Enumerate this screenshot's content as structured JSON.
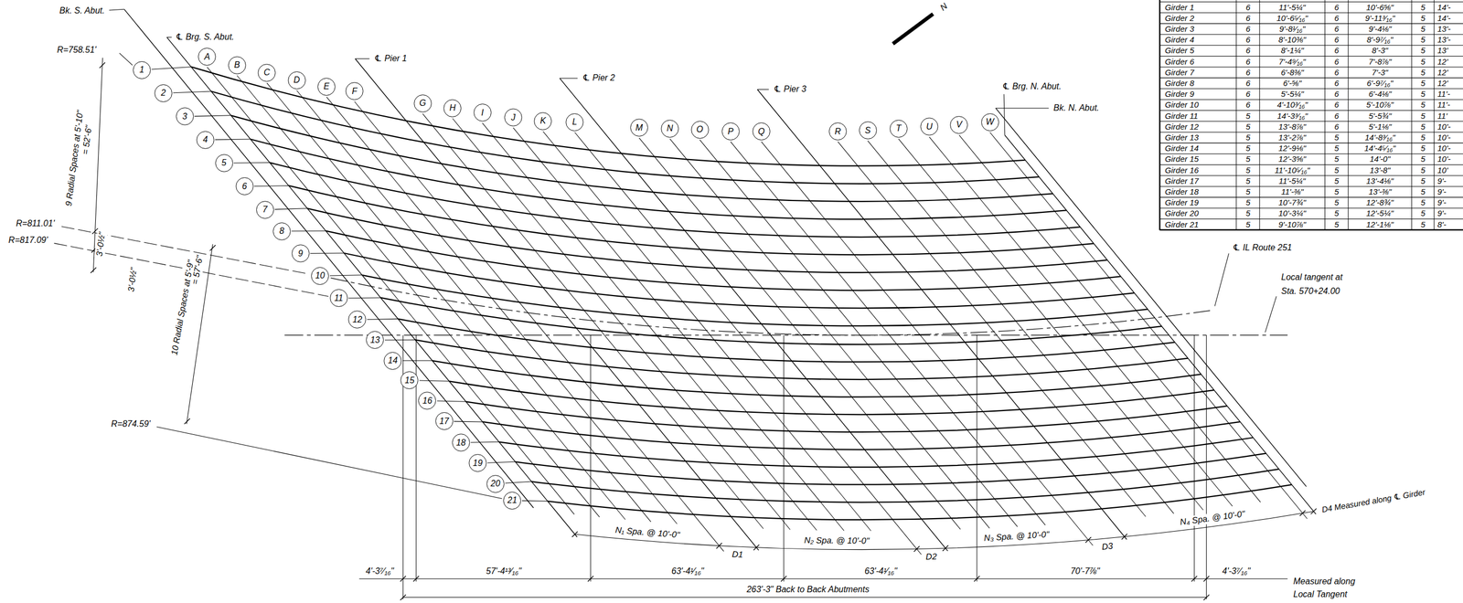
{
  "diagram": {
    "nodes": [
      {
        "text": [
          "1"
        ]
      },
      {
        "text": [
          "2"
        ]
      },
      {
        "text": [
          "3"
        ]
      },
      {
        "text": [
          "4"
        ]
      },
      {
        "text": [
          "5"
        ]
      },
      {
        "text": [
          "6"
        ]
      },
      {
        "text": [
          "7"
        ]
      },
      {
        "text": [
          "8"
        ]
      },
      {
        "text": [
          "9"
        ]
      },
      {
        "text": [
          "10"
        ]
      },
      {
        "text": [
          "11"
        ]
      },
      {
        "text": [
          "12"
        ]
      },
      {
        "text": [
          "13"
        ]
      },
      {
        "text": [
          "14"
        ]
      },
      {
        "text": [
          "15"
        ]
      },
      {
        "text": [
          "16"
        ]
      },
      {
        "text": [
          "17"
        ]
      },
      {
        "text": [
          "18"
        ]
      },
      {
        "text": [
          "19"
        ]
      },
      {
        "text": [
          "20"
        ]
      },
      {
        "text": [
          "21"
        ]
      },
      {
        "text": [
          "A"
        ]
      },
      {
        "text": [
          "B"
        ]
      },
      {
        "text": [
          "C"
        ]
      },
      {
        "text": [
          "D"
        ]
      },
      {
        "text": [
          "E"
        ]
      },
      {
        "text": [
          "F"
        ]
      },
      {
        "text": [
          "G"
        ]
      },
      {
        "text": [
          "H"
        ]
      },
      {
        "text": [
          "I"
        ]
      },
      {
        "text": [
          "J"
        ]
      },
      {
        "text": [
          "K"
        ]
      },
      {
        "text": [
          "L"
        ]
      },
      {
        "text": [
          "M"
        ]
      },
      {
        "text": [
          "N"
        ]
      },
      {
        "text": [
          "O"
        ]
      },
      {
        "text": [
          "P"
        ]
      },
      {
        "text": [
          "Q"
        ]
      },
      {
        "text": [
          "R"
        ]
      },
      {
        "text": [
          "S"
        ]
      },
      {
        "text": [
          "T"
        ]
      },
      {
        "text": [
          "U"
        ]
      },
      {
        "text": [
          "V"
        ]
      },
      {
        "text": [
          "W"
        ]
      }
    ],
    "labels": [
      "Bk. S. Abut.",
      "℄ Brg. S. Abut.",
      "R=758.51'",
      "9 Radial Spaces at 5'-10\"",
      "= 52'-6\"",
      "R=811.01'",
      "R=817.09'",
      "3'-0½\"",
      "3'-0½\"",
      "10 Radial Spaces at 5'-9\"",
      "= 57'-6\"",
      "R=874.59'",
      "℄ Pier 1",
      "℄ Pier 2",
      "℄ Pier 3",
      "℄ Brg. N. Abut.",
      "Bk. N. Abut.",
      "N",
      "℄ IL Route 251",
      "Local tangent at",
      "Sta. 570+24.00",
      "D4 Measured along ℄ Girder",
      "N₁ Spa. @ 10'-0\"",
      "D1",
      "N₂ Spa. @ 10'-0\"",
      "D2",
      "N₃ Spa. @ 10'-0\"",
      "D3",
      "N₄ Spa. @ 10'-0\"",
      "4'-3⁷⁄₁₆\"",
      "57'-4¹³⁄₁₆\"",
      "63'-4¹⁄₁₆\"",
      "63'-4¹⁄₁₆\"",
      "70'-7⅞\"",
      "4'-3⁷⁄₁₆\"",
      "263'-3\" Back to Back Abutments",
      "Measured along",
      "Local Tangent",
      "Girder 1",
      "6",
      "11'-5¼\"",
      "6",
      "10'-6⅝\"",
      "5",
      "14'-",
      "Girder 2",
      "6",
      "10'-6⁵⁄₁₆\"",
      "6",
      "9'-11³⁄₁₆\"",
      "5",
      "14'-",
      "Girder 3",
      "6",
      "9'-8¹⁄₁₆\"",
      "6",
      "9'-4⅛\"",
      "5",
      "13'-",
      "Girder 4",
      "6",
      "8'-10⅜\"",
      "6",
      "8'-9⁷⁄₁₆\"",
      "5",
      "13'-",
      "Girder 5",
      "6",
      "8'-1¼\"",
      "6",
      "8'-3\"",
      "5",
      "13'",
      "Girder 6",
      "6",
      "7'-4⁹⁄₁₆\"",
      "6",
      "7'-8⅞\"",
      "5",
      "12'",
      "Girder 7",
      "6",
      "6'-8⅜\"",
      "6",
      "7'-3\"",
      "5",
      "12'",
      "Girder 8",
      "6",
      "6'-⅝\"",
      "6",
      "6'-9⁷⁄₁₆\"",
      "5",
      "12'",
      "Girder 9",
      "6",
      "5'-5¼\"",
      "6",
      "6'-4⅛\"",
      "5",
      "11'-",
      "Girder 10",
      "6",
      "4'-10³⁄₁₆\"",
      "6",
      "5'-10⅞\"",
      "5",
      "11'-",
      "Girder 11",
      "5",
      "14'-3³⁄₁₆\"",
      "6",
      "5'-5¾\"",
      "5",
      "11'",
      "Girder 12",
      "5",
      "13'-8⅞\"",
      "6",
      "5'-1⅛\"",
      "5",
      "10'-",
      "Girder 13",
      "5",
      "13'-2⅞\"",
      "5",
      "14'-8³⁄₁₆\"",
      "5",
      "10'-",
      "Girder 14",
      "5",
      "12'-9⅛\"",
      "5",
      "14'-4⁵⁄₁₆\"",
      "5",
      "10'-",
      "Girder 15",
      "5",
      "12'-3⅝\"",
      "5",
      "14'-0\"",
      "5",
      "10'-",
      "Girder 16",
      "5",
      "11'-10⁵⁄₁₆\"",
      "5",
      "13'-8\"",
      "5",
      "10'",
      "Girder 17",
      "5",
      "11'-5¼\"",
      "5",
      "13'-4⅛\"",
      "5",
      "9'-",
      "Girder 18",
      "5",
      "11'-⅜\"",
      "5",
      "13'-⅜\"",
      "5",
      "9'-",
      "Girder 19",
      "5",
      "10'-7¾\"",
      "5",
      "12'-8¾\"",
      "5",
      "9'-",
      "Girder 20",
      "5",
      "10'-3¼\"",
      "5",
      "12'-5¼\"",
      "5",
      "9'-",
      "Girder 21",
      "5",
      "9'-10⅞\"",
      "5",
      "12'-1⅛\"",
      "5",
      "8'-"
    ]
  }
}
